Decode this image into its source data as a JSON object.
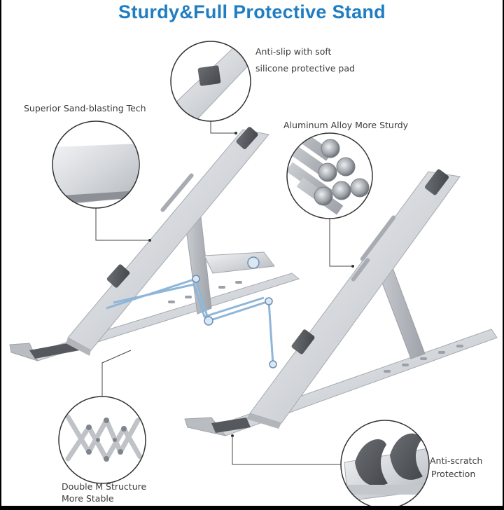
{
  "title": "Sturdy&Full Protective Stand",
  "title_color": "#1f7ec2",
  "callouts": {
    "anti_slip": {
      "line1": "Anti-slip with soft",
      "line2": "silicone protective pad"
    },
    "sand_blasting": {
      "line1": "Superior Sand-blasting Tech"
    },
    "aluminum": {
      "line1": "Aluminum Alloy More Sturdy"
    },
    "double_m": {
      "line1": "Double M Structure",
      "line2": "More Stable"
    },
    "anti_scratch": {
      "line1": "Anti-scratch",
      "line2": "Protection"
    }
  },
  "icons": {
    "stand_left": "laptop-stand-illustration",
    "stand_right": "laptop-stand-illustration",
    "pad_zoom": "silicone-pad-closeup",
    "surface_zoom": "sand-blasted-surface-closeup",
    "rods_zoom": "aluminum-rods-closeup",
    "structure_zoom": "double-m-structure-closeup",
    "feet_zoom": "anti-scratch-feet-closeup"
  }
}
